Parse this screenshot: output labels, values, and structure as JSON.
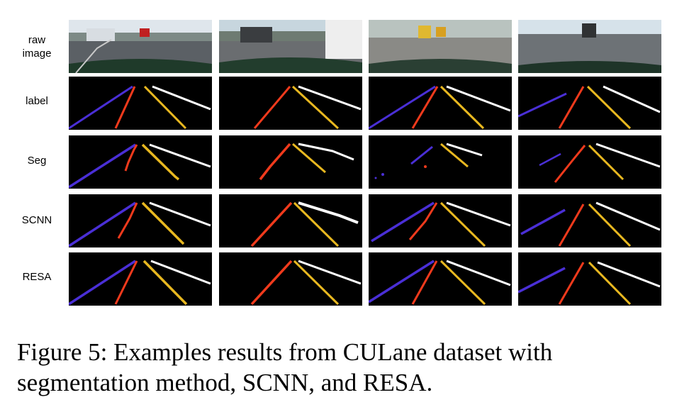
{
  "figure": {
    "rows": [
      {
        "label": "raw\nimage",
        "kind": "photo"
      },
      {
        "label": "label",
        "kind": "lanes"
      },
      {
        "label": "Seg",
        "kind": "lanes"
      },
      {
        "label": "SCNN",
        "kind": "lanes"
      },
      {
        "label": "RESA",
        "kind": "lanes"
      }
    ],
    "columns": 4,
    "lane_colors": {
      "blue": "#4a2fd6",
      "red": "#f03a1c",
      "yellow": "#e8b820",
      "white": "#ffffff"
    },
    "caption": "Figure 5: Examples results from CULane dataset with segmentation method, SCNN, and RESA."
  }
}
